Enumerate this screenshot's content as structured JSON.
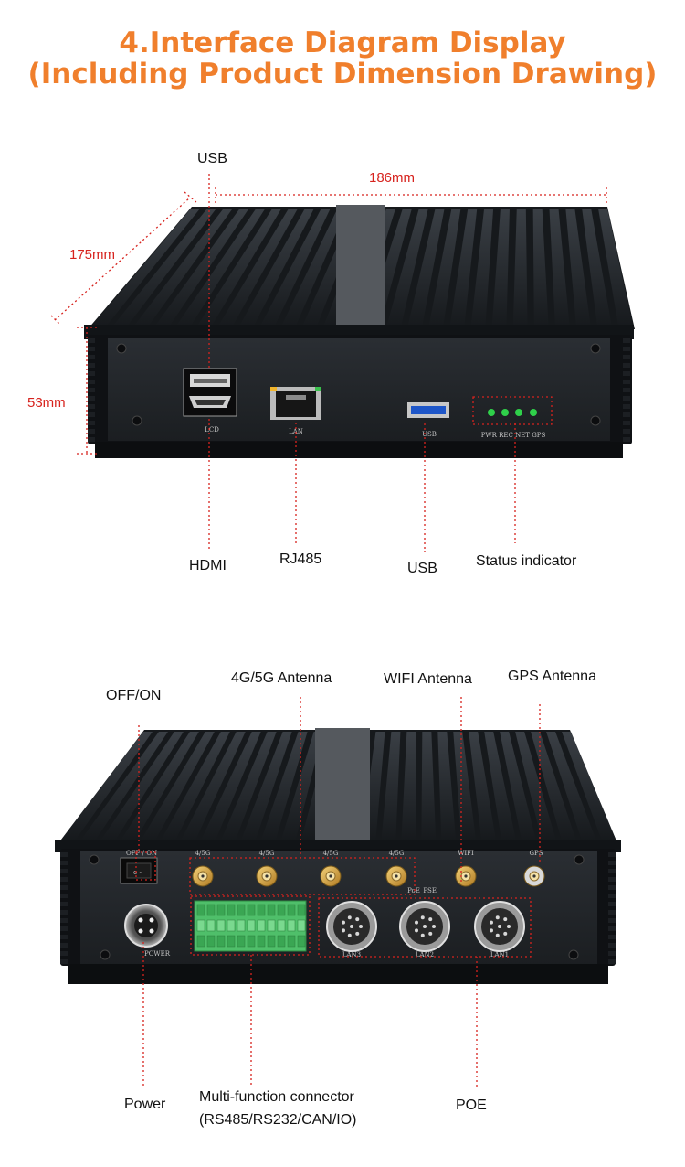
{
  "title": {
    "line1": "4.Interface Diagram Display",
    "line2": "(Including Product Dimension Drawing)"
  },
  "front": {
    "dimensions": {
      "width": "186mm",
      "depth": "175mm",
      "height": "53mm"
    },
    "labels": {
      "usb_top": "USB",
      "hdmi": "HDMI",
      "rj485": "RJ485",
      "usb_bottom": "USB",
      "status": "Status indicator"
    },
    "panel_text": {
      "lcd": "LCD",
      "lan": "LAN",
      "usb": "USB",
      "leds": "PWR REC NET GPS"
    }
  },
  "rear": {
    "labels": {
      "off_on": "OFF/ON",
      "antenna_4g5g": "4G/5G Antenna",
      "wifi": "WIFI Antenna",
      "gps": "GPS Antenna",
      "power": "Power",
      "multi_line1": "Multi-function connector",
      "multi_line2": "(RS485/RS232/CAN/IO)",
      "poe": "POE"
    },
    "panel_text": {
      "switch": "OFF / ON",
      "ant1": "4/5G",
      "ant2": "4/5G",
      "ant3": "4/5G",
      "ant4": "4/5G",
      "wifi": "WIFI",
      "gps": "GPS",
      "poe_pse": "PoE_PSE",
      "power": "POWER",
      "lan3": "LAN3",
      "lan2": "LAN2",
      "lan1": "LAN1"
    }
  },
  "colors": {
    "accent": "#f07f2c",
    "dimension": "#d7231e",
    "chassis": "#1f2226",
    "led": "#2fd04a"
  }
}
